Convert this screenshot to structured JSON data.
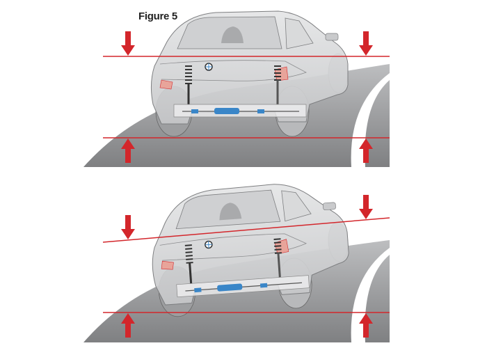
{
  "figure": {
    "title": "Figure 5"
  },
  "colors": {
    "accent_red": "#d3262b",
    "road": "#8e8f91",
    "car_body": "#d4d5d7",
    "car_outline": "#7d7e80",
    "component_blue": "#3a86c8"
  },
  "panels": [
    {
      "name": "level-body",
      "top_line": "level",
      "arrows": [
        "down-left",
        "down-right",
        "up-left",
        "up-right"
      ]
    },
    {
      "name": "tilted-body",
      "top_line": "tilted",
      "arrows": [
        "down-left",
        "down-right",
        "up-left",
        "up-right"
      ]
    }
  ]
}
